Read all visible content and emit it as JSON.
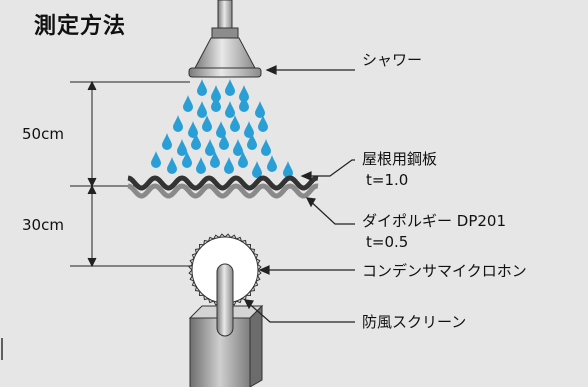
{
  "title": "測定方法",
  "labels": {
    "shower": "シャワー",
    "roof_line1": "屋根用鋼板",
    "roof_line2": "t=1.0",
    "dyne_line1": "ダイポルギー DP201",
    "dyne_line2": "t=0.5",
    "mic": "コンデンサマイクロホン",
    "windscreen": "防風スクリーン"
  },
  "dimensions": {
    "upper": "50cm",
    "lower": "30cm"
  },
  "colors": {
    "background": "#e6e6e6",
    "water_drop": "#2a9fd6",
    "steel": "#333333",
    "damping_layer": "#8a8a8a",
    "device_gray": "#9a9a9a",
    "line": "#222222"
  }
}
